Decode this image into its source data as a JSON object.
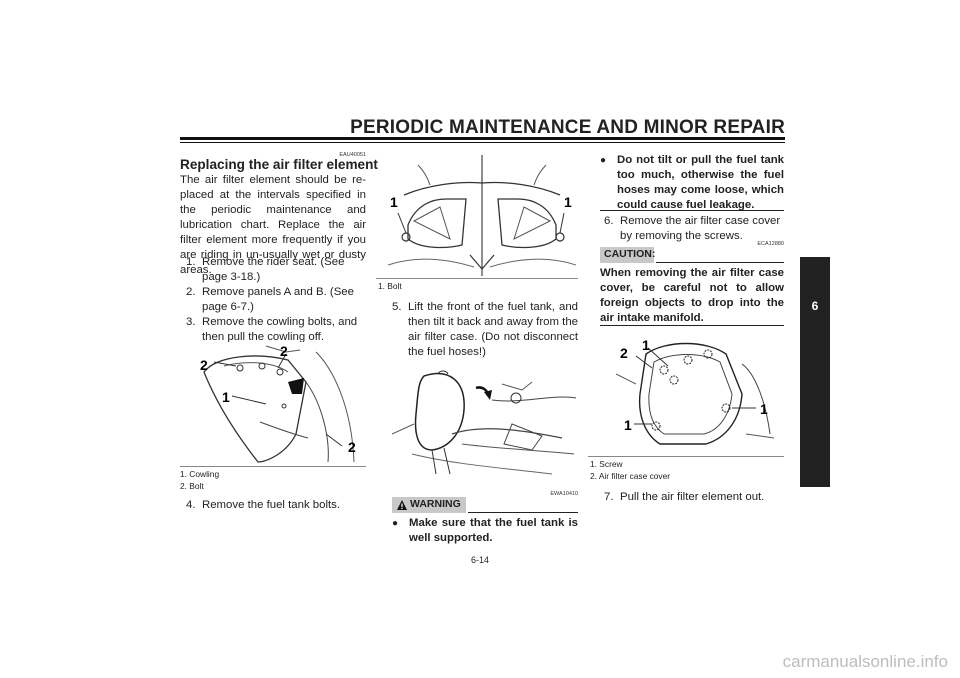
{
  "header": {
    "title": "PERIODIC MAINTENANCE AND MINOR REPAIR"
  },
  "chapter_tab": {
    "number": "6"
  },
  "left_column": {
    "code": "EAU40051",
    "section_title": "Replacing the air filter element",
    "intro": "The air filter element should be re-placed at the intervals specified in the periodic maintenance and lubrication chart. Replace the air filter element more frequently if you are riding in un-usually wet or dusty areas.",
    "steps": [
      {
        "num": "1.",
        "text": "Remove the rider seat. (See page 3-18.)"
      },
      {
        "num": "2.",
        "text": "Remove panels A and B. (See page 6-7.)"
      },
      {
        "num": "3.",
        "text": "Remove the cowling bolts, and then pull the cowling off."
      }
    ],
    "figure": {
      "callouts": [
        "2",
        "2",
        "1",
        "2"
      ]
    },
    "captions": [
      "1.  Cowling",
      "2.  Bolt"
    ],
    "step4": {
      "num": "4.",
      "text": "Remove the fuel tank bolts."
    }
  },
  "middle_column": {
    "figure_top": {
      "callouts": [
        "1",
        "1"
      ]
    },
    "caption_top": "1.  Bolt",
    "step5": {
      "num": "5.",
      "text": "Lift the front of the fuel tank, and then tilt it back and away from the air filter case. (Do not disconnect the fuel hoses!)"
    },
    "warning_code": "EWA10410",
    "warning_label": "WARNING",
    "warning_bullet": "Make sure that the fuel tank is well supported."
  },
  "right_column": {
    "warning_bullet": "Do not tilt or pull the fuel tank too much, otherwise the fuel hoses may come loose, which could cause fuel leakage.",
    "step6": {
      "num": "6.",
      "text": "Remove the air filter case cover by removing the screws."
    },
    "caution_code": "ECA12880",
    "caution_label": "CAUTION:",
    "caution_text": "When removing the air filter case cover, be careful not to allow foreign objects to drop into the air intake manifold.",
    "figure": {
      "callouts": [
        "2",
        "1",
        "1",
        "1"
      ]
    },
    "captions": [
      "1.  Screw",
      "2.  Air filter case cover"
    ],
    "step7": {
      "num": "7.",
      "text": "Pull the air filter element out."
    }
  },
  "page_number": "6-14",
  "watermark": "carmanualsonline.info"
}
